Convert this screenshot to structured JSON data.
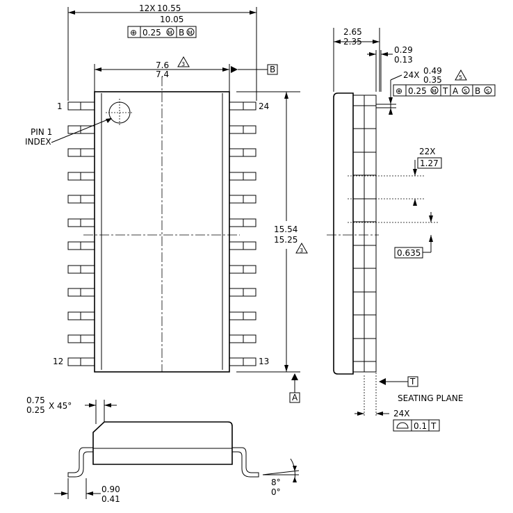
{
  "top_dim": {
    "prefix": "12X",
    "max": "10.55",
    "min": "10.05"
  },
  "fcf_top": {
    "symbol": "⊕",
    "tol": "0.25",
    "datum": "B"
  },
  "body_width": {
    "max": "7.6",
    "min": "7.4",
    "note": "3"
  },
  "datum_b": "B",
  "datum_a": "A",
  "datum_t": "T",
  "pin_labels": {
    "p1": "1",
    "p12": "12",
    "p13": "13",
    "p24": "24"
  },
  "pin1_label": [
    "PIN 1",
    "INDEX"
  ],
  "length_dim": {
    "max": "15.54",
    "min": "15.25",
    "note": "3"
  },
  "side_height": {
    "max": "2.65",
    "min": "2.35"
  },
  "standoff": {
    "max": "0.29",
    "min": "0.13"
  },
  "lead_width": {
    "prefix": "24X",
    "max": "0.49",
    "min": "0.35",
    "note": "5"
  },
  "fcf_side": {
    "symbol": "⊕",
    "tol": "0.25",
    "d1": "T",
    "d2": "A",
    "d3": "B"
  },
  "pitch": {
    "prefix": "22X",
    "value": "1.27"
  },
  "half_pitch": "0.635",
  "seating_plane": "SEATING PLANE",
  "coplanarity": {
    "prefix": "24X",
    "symbol": "⌓",
    "tol": "0.1",
    "datum": "T"
  },
  "chamfer": {
    "max": "0.75",
    "min": "0.25",
    "suffix": "X 45°"
  },
  "foot_length": {
    "max": "0.90",
    "min": "0.41"
  },
  "foot_angle": {
    "max": "8°",
    "min": "0°"
  }
}
